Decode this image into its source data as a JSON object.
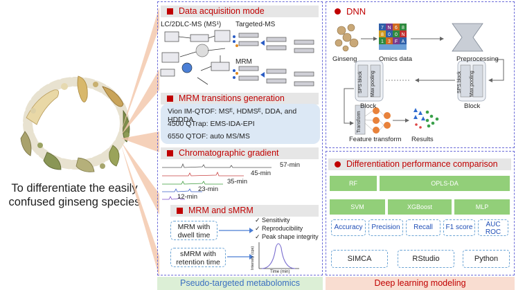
{
  "main_title_line1": "To differentiate the easily",
  "main_title_line2": "confused ginseng species",
  "left": {
    "sections": {
      "data_acquisition": "Data acquisition mode",
      "mrm_transitions": "MRM transitions generation",
      "chromatographic": "Chromatographic gradient",
      "mrm_smrm": "MRM and sMRM"
    },
    "acq_labels": {
      "lc_ms": "LC/2DLC-MS (MS¹)",
      "targeted": "Targeted-MS",
      "mrm": "MRM"
    },
    "transitions": [
      "Vion IM-QTOF: MSᴱ, HDMSᴱ, DDA, and HDDDA",
      "4500 QTrap: EMS-IDA-EPI",
      "6550 QTOF: auto MS/MS"
    ],
    "gradients": [
      "57-min",
      "45-min",
      "35-min",
      "23-min",
      "12-min"
    ],
    "mrm_dwell": "MRM with dwell time",
    "smrm_retention": "sMRM with retention time",
    "checks": [
      "✓ Sensitivity",
      "✓ Reproducibility",
      "✓ Peak shape integrity"
    ],
    "peak_axes": {
      "y": "Intensity (cps)",
      "x": "Time (min)"
    },
    "bottom": "Pseudo-targeted metabolomics"
  },
  "right": {
    "dnn_title": "DNN",
    "ginseng": "Ginseng",
    "omics": "Omics data",
    "preprocessing": "Preprocessing",
    "sps_block": "SPS block",
    "max_pooling": "Max pooling",
    "block": "Block",
    "transform": "Transform",
    "feature_transform": "Feature transform",
    "results": "Results",
    "omics_grid": [
      "7",
      "N",
      "6",
      "8",
      "8",
      "0",
      "0",
      "N",
      "1",
      "3",
      "F",
      "A"
    ],
    "diff_title": "Differentiation performance comparison",
    "models_row1": [
      "RF",
      "OPLS-DA"
    ],
    "models_row2": [
      "SVM",
      "XGBoost",
      "MLP"
    ],
    "metrics": [
      "Accuracy",
      "Precision",
      "Recall",
      "F1 score",
      "AUC ROC"
    ],
    "tools": [
      "SIMCA",
      "RStudio",
      "Python"
    ],
    "bottom": "Deep learning modeling"
  },
  "colors": {
    "accent_red": "#c00000",
    "panel_border": "#6a6ad8",
    "green": "#92cf79",
    "blue_box": "#dce8f5"
  }
}
